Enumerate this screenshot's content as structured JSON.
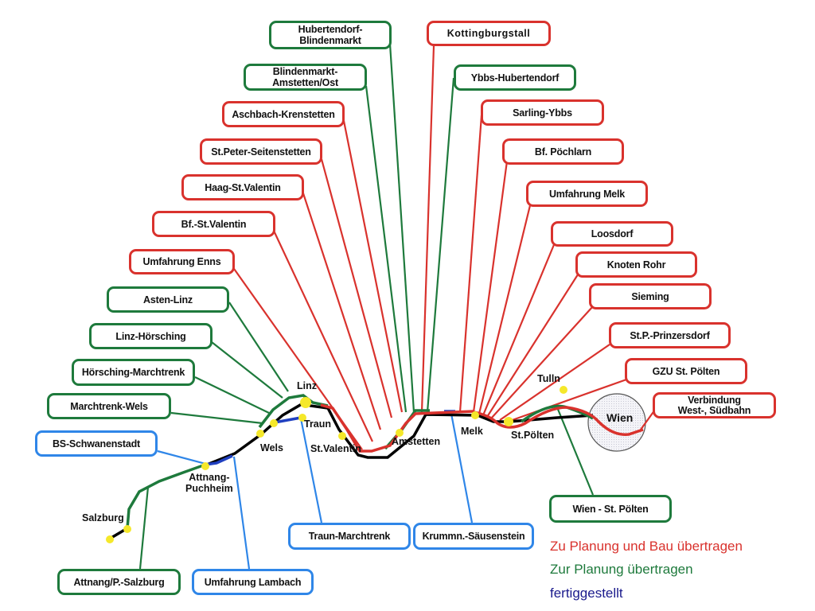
{
  "colors": {
    "planning_and_construction": "#d9322d",
    "planning": "#1e7a3c",
    "completed": "#2f86e8",
    "legend_completed_text": "#1a1a8c",
    "existing_line": "#000000",
    "station_dot": "#f5e82a"
  },
  "boxes": {
    "hubertendorf_blindenmarkt": {
      "label": "Hubertendorf-\nBlindenmarkt",
      "status": "planning"
    },
    "kottingburgstall": {
      "label": "Kottingburgstall",
      "status": "planning_and_construction"
    },
    "blindenmarkt_amstetten_ost": {
      "label": "Blindenmarkt-\nAmstetten/Ost",
      "status": "planning"
    },
    "ybbs_hubertendorf": {
      "label": "Ybbs-Hubertendorf",
      "status": "planning"
    },
    "aschbach_krenstetten": {
      "label": "Aschbach-Krenstetten",
      "status": "planning_and_construction"
    },
    "sarling_ybbs": {
      "label": "Sarling-Ybbs",
      "status": "planning_and_construction"
    },
    "st_peter_seitenstetten": {
      "label": "St.Peter-Seitenstetten",
      "status": "planning_and_construction"
    },
    "bf_poechlarn": {
      "label": "Bf. Pöchlarn",
      "status": "planning_and_construction"
    },
    "haag_st_valentin": {
      "label": "Haag-St.Valentin",
      "status": "planning_and_construction"
    },
    "umfahrung_melk": {
      "label": "Umfahrung Melk",
      "status": "planning_and_construction"
    },
    "bf_st_valentin": {
      "label": "Bf.-St.Valentin",
      "status": "planning_and_construction"
    },
    "loosdorf": {
      "label": "Loosdorf",
      "status": "planning_and_construction"
    },
    "umfahrung_enns": {
      "label": "Umfahrung Enns",
      "status": "planning_and_construction"
    },
    "knoten_rohr": {
      "label": "Knoten Rohr",
      "status": "planning_and_construction"
    },
    "asten_linz": {
      "label": "Asten-Linz",
      "status": "planning"
    },
    "sieming": {
      "label": "Sieming",
      "status": "planning_and_construction"
    },
    "linz_hoersching": {
      "label": "Linz-Hörsching",
      "status": "planning"
    },
    "st_p_prinzersdorf": {
      "label": "St.P.-Prinzersdorf",
      "status": "planning_and_construction"
    },
    "hoersching_marchtrenk": {
      "label": "Hörsching-Marchtrenk",
      "status": "planning"
    },
    "gzu_st_poelten": {
      "label": "GZU St. Pölten",
      "status": "planning_and_construction"
    },
    "marchtrenk_wels": {
      "label": "Marchtrenk-Wels",
      "status": "planning"
    },
    "verbindung_west_suedbahn": {
      "label": "Verbindung\nWest-, Südbahn",
      "status": "planning_and_construction"
    },
    "bs_schwanenstadt": {
      "label": "BS-Schwanenstadt",
      "status": "completed"
    },
    "wien_st_poelten": {
      "label": "Wien - St. Pölten",
      "status": "planning"
    },
    "traun_marchtrenk": {
      "label": "Traun-Marchtrenk",
      "status": "completed"
    },
    "krummn_saeusenstein": {
      "label": "Krummn.-Säusenstein",
      "status": "completed"
    },
    "attnang_salzburg": {
      "label": "Attnang/P.-Salzburg",
      "status": "planning"
    },
    "umfahrung_lambach": {
      "label": "Umfahrung Lambach",
      "status": "completed"
    }
  },
  "stations": {
    "linz": "Linz",
    "traun": "Traun",
    "wels": "Wels",
    "st_valentin": "St.Valentin",
    "amstetten": "Amstetten",
    "melk": "Melk",
    "st_poelten": "St.Pölten",
    "tulln": "Tulln",
    "wien": "Wien",
    "attnang_puchheim": "Attnang-\nPuchheim",
    "salzburg": "Salzburg"
  },
  "legend": {
    "planning_and_construction": "Zu Planung und Bau übertragen",
    "planning": "Zur Planung übertragen",
    "completed": "fertiggestellt"
  }
}
